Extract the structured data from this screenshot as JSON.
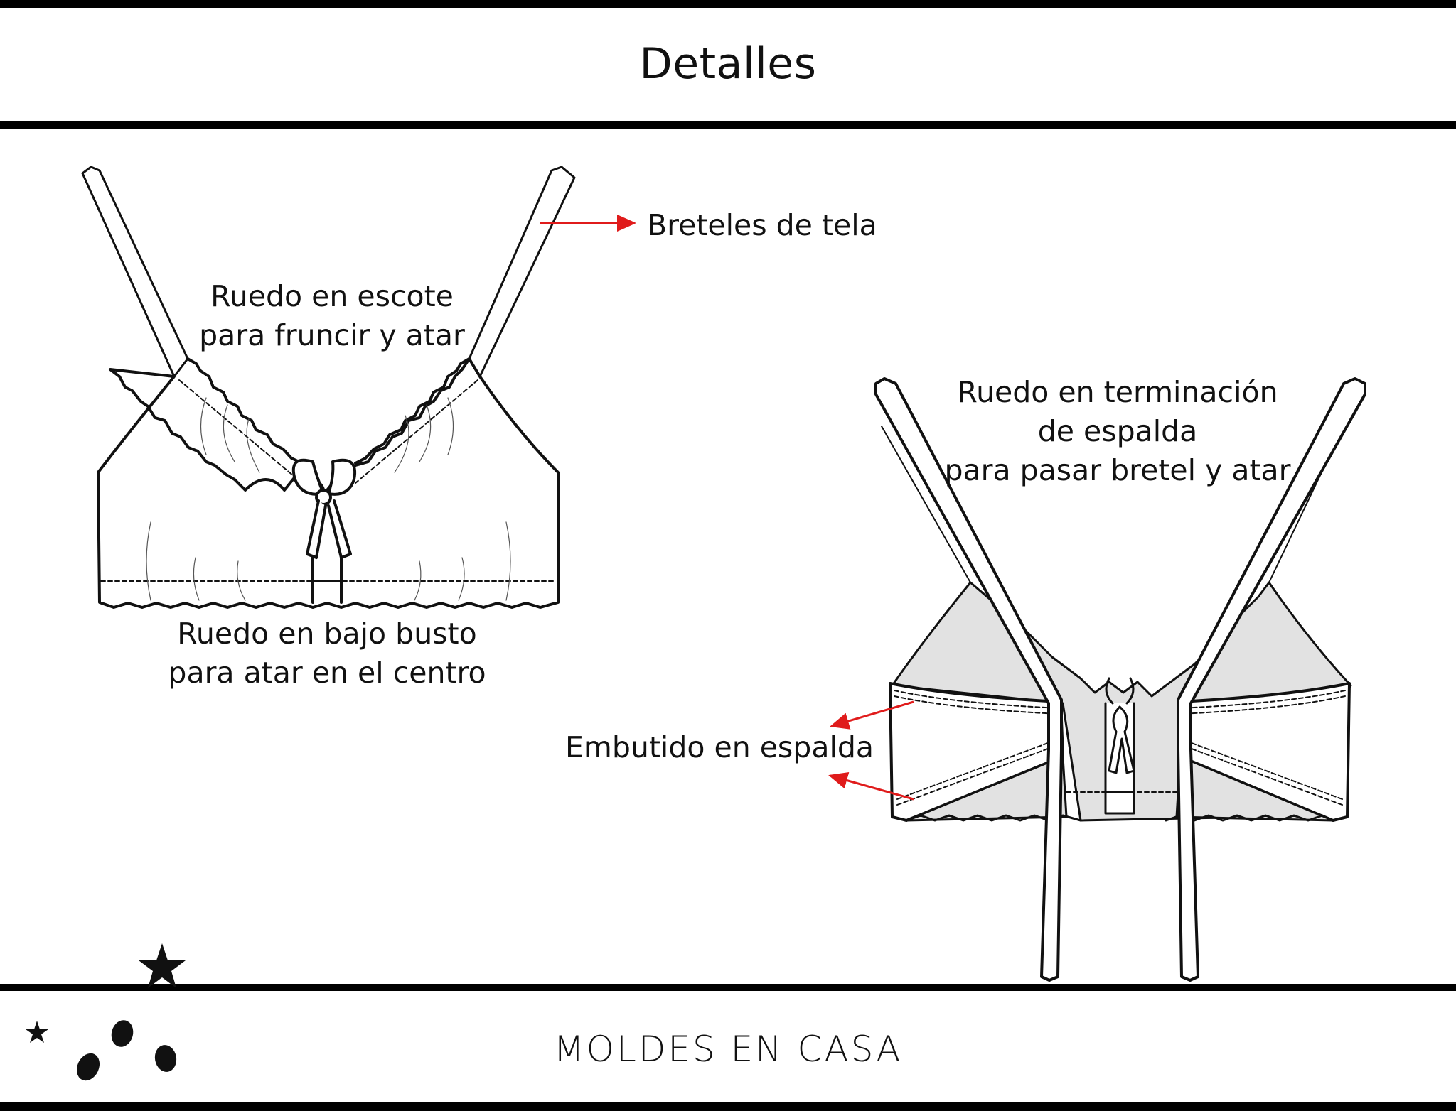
{
  "header": {
    "title": "Detalles"
  },
  "labels": {
    "breteles": "Breteles de tela",
    "ruedo_escote": [
      "Ruedo en escote",
      "para fruncir y atar"
    ],
    "ruedo_bajo_busto": [
      "Ruedo en bajo busto",
      "para atar en el centro"
    ],
    "ruedo_espalda": [
      "Ruedo en terminación",
      "de espalda",
      "para pasar bretel y atar"
    ],
    "embutido": "Embutido en espalda"
  },
  "footer": {
    "brand": "MOLDES EN CASA"
  },
  "colors": {
    "line": "#111111",
    "arrow": "#e01b1b",
    "fill_back": "#e2e2e2",
    "background": "#ffffff"
  }
}
